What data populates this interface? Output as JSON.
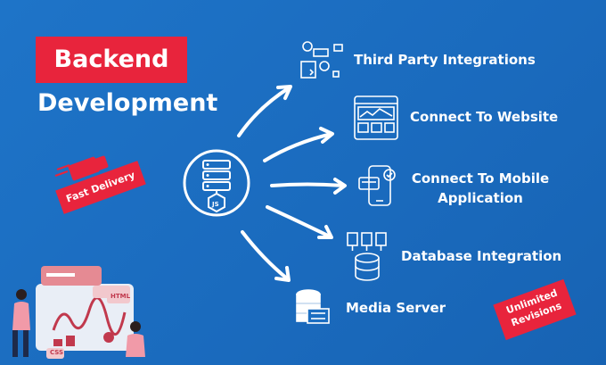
{
  "title": {
    "line1": "Backend",
    "line2": "Development"
  },
  "features": [
    {
      "label": "Third Party Integrations",
      "icon": "integrations-icon"
    },
    {
      "label": "Connect To Website",
      "icon": "website-icon"
    },
    {
      "label_line1": "Connect To Mobile",
      "label_line2": "Application",
      "icon": "mobile-icon"
    },
    {
      "label": "Database Integration",
      "icon": "database-icon"
    },
    {
      "label": "Media Server",
      "icon": "media-server-icon"
    }
  ],
  "center_badge": "JS",
  "badges": {
    "fast_delivery": "Fast Delivery",
    "unlimited_line1": "Unlimited",
    "unlimited_line2": "Revisions"
  },
  "illustration_tags": {
    "html": "HTML",
    "css": "CSS"
  },
  "colors": {
    "background": "#1b6ec2",
    "accent": "#e8243c",
    "text": "#ffffff"
  }
}
